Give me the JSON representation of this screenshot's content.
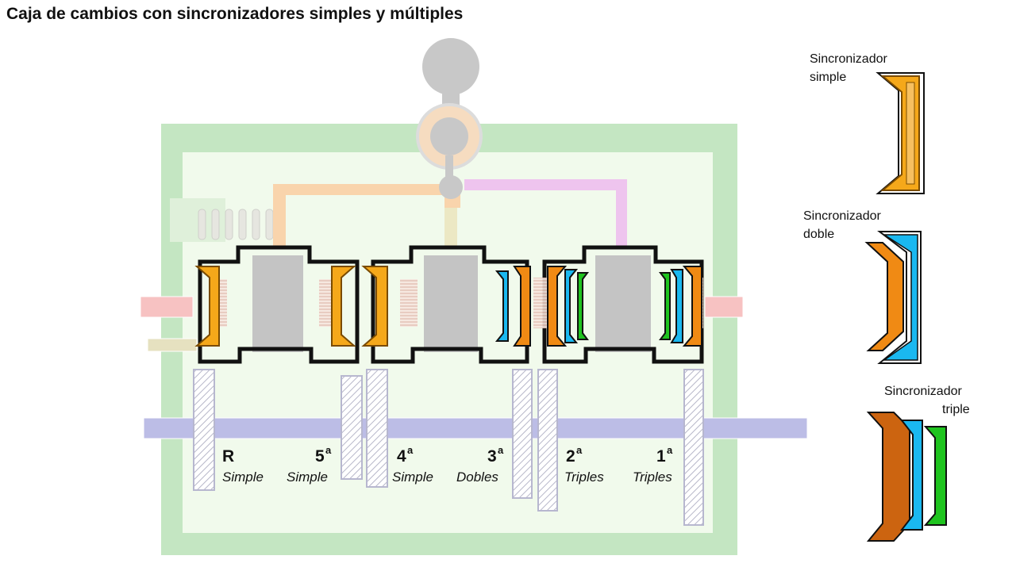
{
  "title": "Caja de cambios con sincronizadores simples y múltiples",
  "gears": [
    {
      "gear": "R",
      "ordinal": "",
      "sync": "Simple"
    },
    {
      "gear": "5",
      "ordinal": "a",
      "sync": "Simple"
    },
    {
      "gear": "4",
      "ordinal": "a",
      "sync": "Simple"
    },
    {
      "gear": "3",
      "ordinal": "a",
      "sync": "Dobles"
    },
    {
      "gear": "2",
      "ordinal": "a",
      "sync": "Triples"
    },
    {
      "gear": "1",
      "ordinal": "a",
      "sync": "Triples"
    }
  ],
  "legend": {
    "simple": {
      "line1": "Sincronizador",
      "line2": "simple"
    },
    "doble": {
      "line1": "Sincronizador",
      "line2": "doble"
    },
    "triple": {
      "line1": "Sincronizador",
      "line2": "triple"
    }
  },
  "colors": {
    "housing": "#c4e6c2",
    "housing_inner": "#f1faec",
    "shaft": "#bcbde6",
    "sleeve": "#c4c4c4",
    "cone_orange": "#f08a14",
    "cone_gold": "#f5a81a",
    "cone_cyan": "#1ab8f0",
    "cone_green": "#1fc41f",
    "cone_brown": "#cc6410",
    "fork_orange": "#f9d4ac",
    "fork_pink": "#eec4ee",
    "selector": "#c8c8c8"
  },
  "icons": [
    "gear-lever-icon",
    "synchronizer-simple-icon",
    "synchronizer-double-icon",
    "synchronizer-triple-icon"
  ]
}
